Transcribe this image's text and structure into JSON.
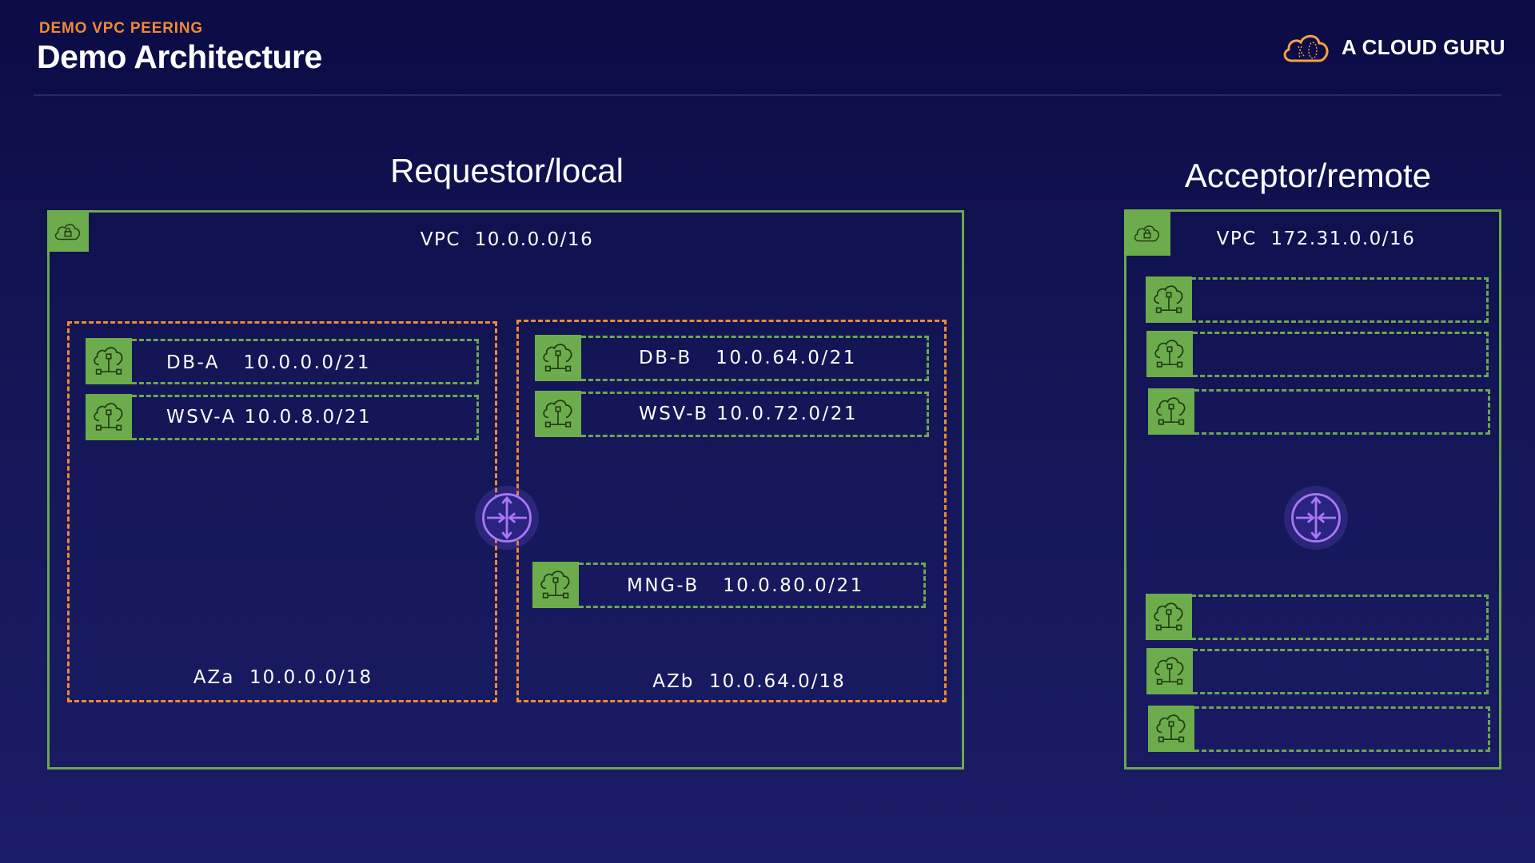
{
  "header": {
    "subtitle": "DEMO VPC PEERING",
    "title": "Demo Architecture",
    "brand": "A CLOUD GURU"
  },
  "colors": {
    "accent_orange": "#f08a32",
    "vpc_green": "#6aa84f",
    "router_purple": "#9d6cf2",
    "background": "#141657"
  },
  "requestor": {
    "title": "Requestor/local",
    "vpc_label": "VPC  10.0.0.0/16",
    "vpc_icon": "vpc-cloud-lock-icon",
    "azs": [
      {
        "label": "AZa  10.0.0.0/18",
        "subnets": [
          {
            "label": "DB-A   10.0.0.0/21",
            "icon": "subnet-icon"
          },
          {
            "label": "WSV-A 10.0.8.0/21",
            "icon": "subnet-icon"
          }
        ]
      },
      {
        "label": "AZb  10.0.64.0/18",
        "subnets": [
          {
            "label": "DB-B   10.0.64.0/21",
            "icon": "subnet-icon"
          },
          {
            "label": "WSV-B 10.0.72.0/21",
            "icon": "subnet-icon"
          },
          {
            "label": "MNG-B   10.0.80.0/21",
            "icon": "subnet-icon"
          }
        ]
      }
    ],
    "router_icon": "router-icon"
  },
  "acceptor": {
    "title": "Acceptor/remote",
    "vpc_label": "VPC  172.31.0.0/16",
    "vpc_icon": "vpc-cloud-lock-icon",
    "subnet_count": 6,
    "router_icon": "router-icon"
  }
}
